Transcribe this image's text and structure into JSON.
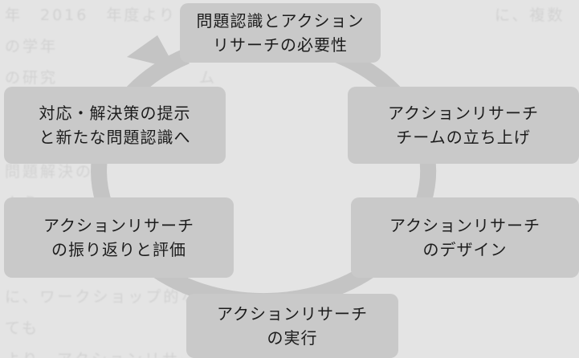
{
  "diagram": {
    "nodes": [
      {
        "id": "problem-awareness",
        "label": "問題認識とアクション\nリサーチの必要性"
      },
      {
        "id": "team-launch",
        "label": "アクションリサーチ\nチームの立ち上げ"
      },
      {
        "id": "design",
        "label": "アクションリサーチ\nのデザイン"
      },
      {
        "id": "execution",
        "label": "アクションリサーチ\nの実行"
      },
      {
        "id": "reflection",
        "label": "アクションリサーチ\nの振り返りと評価"
      },
      {
        "id": "response",
        "label": "対応・解決策の提示\nと新たな問題認識へ"
      }
    ]
  },
  "colors": {
    "background": "#e4e4e4",
    "node_fill": "#c9c9c9",
    "cycle_ring": "#c4c4c4",
    "text": "#1c1c1c"
  }
}
